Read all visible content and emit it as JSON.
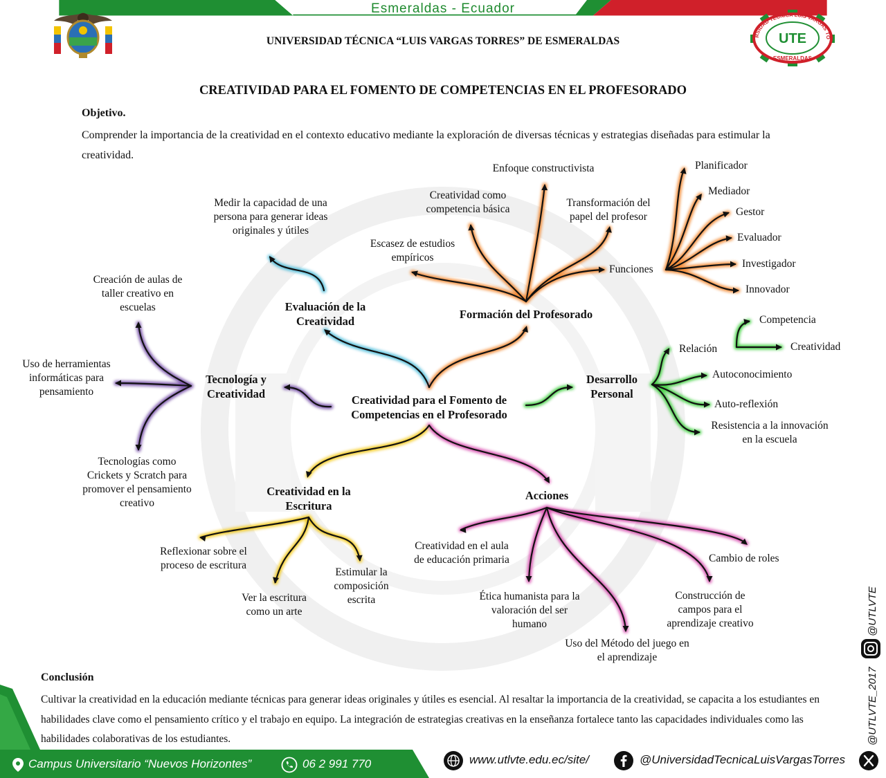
{
  "header": {
    "city": "Esmeraldas - Ecuador",
    "university": "UNIVERSIDAD TÉCNICA “LUIS VARGAS TORRES” DE ESMERALDAS",
    "logo_text": "UNIVERSIDAD TECNICA LUIS VARGAS TORRES",
    "logo_bottom": "ESMERALDAS",
    "logo_letters": "UTE"
  },
  "title": "CREATIVIDAD PARA EL FOMENTO DE COMPETENCIAS EN EL PROFESORADO",
  "objective": {
    "label": "Objetivo.",
    "text": "Comprender la importancia de la creatividad en el contexto educativo mediante la exploración de diversas técnicas y estrategias diseñadas para estimular la creatividad."
  },
  "colors": {
    "green": "#1f8f33",
    "red": "#d0202a",
    "orange": "#f07b1c",
    "cyan": "#3ab5d6",
    "purple": "#6b3fa0",
    "lime": "#2ecc2e",
    "yellow": "#f2c300",
    "pink": "#d33aa6"
  },
  "diagram": {
    "center": "Creatividad para el Fomento de Competencias en el Profesorado",
    "branches": {
      "evaluacion": {
        "label": "Evaluación de la Creatividad",
        "children": [
          "Medir la capacidad de una persona para generar ideas originales y útiles"
        ]
      },
      "formacion": {
        "label": "Formación del Profesorado",
        "children": [
          "Enfoque constructivista",
          "Creatividad como competencia básica",
          "Transformación del papel del profesor",
          "Escasez de estudios empíricos",
          "Funciones"
        ],
        "funciones": [
          "Planificador",
          "Mediador",
          "Gestor",
          "Evaluador",
          "Investigador",
          "Innovador"
        ]
      },
      "tecnologia": {
        "label": "Tecnología y Creatividad",
        "children": [
          "Creación de aulas de taller creativo en escuelas",
          "Uso de herramientas informáticas para pensamiento",
          "Tecnologías como Crickets y Scratch para promover el pensamiento creativo"
        ]
      },
      "desarrollo": {
        "label": "Desarrollo Personal",
        "children": [
          "Relación",
          "Autoconocimiento",
          "Auto-reflexión",
          "Resistencia a la innovación en la escuela"
        ],
        "relacion": [
          "Competencia",
          "Creatividad"
        ]
      },
      "escritura": {
        "label": "Creatividad en la Escritura",
        "children": [
          "Reflexionar sobre el proceso de escritura",
          "Ver la escritura como un arte",
          "Estimular la composición escrita"
        ]
      },
      "acciones": {
        "label": "Acciones",
        "children": [
          "Creatividad en el aula de educación primaria",
          "Ética humanista para la valoración del ser humano",
          "Uso del Método del juego en el aprendizaje",
          "Construcción  de campos para el aprendizaje creativo",
          "Cambio de roles"
        ]
      }
    }
  },
  "conclusion": {
    "label": "Conclusión",
    "text": "Cultivar la creatividad en la educación mediante técnicas para generar ideas originales y útiles es esencial. Al resaltar la importancia de la creatividad, se capacita a los estudiantes en habilidades clave como el pensamiento crítico y el trabajo en equipo. La integración de estrategias creativas en la enseñanza fortalece tanto las capacidades individuales como las habilidades colaborativas de los estudiantes."
  },
  "footer": {
    "campus": "Campus Universitario “Nuevos Horizontes”",
    "phone": "06 2 991 770",
    "website": "www.utlvte.edu.ec/site/",
    "facebook": "@UniversidadTecnicaLuisVargasTorres",
    "side_handle_1": "@UTLVTE",
    "side_handle_2": "@UTLVTE_2017",
    "icons": [
      "location-pin-icon",
      "phone-icon",
      "globe-icon",
      "facebook-icon",
      "instagram-icon",
      "x-icon"
    ]
  }
}
